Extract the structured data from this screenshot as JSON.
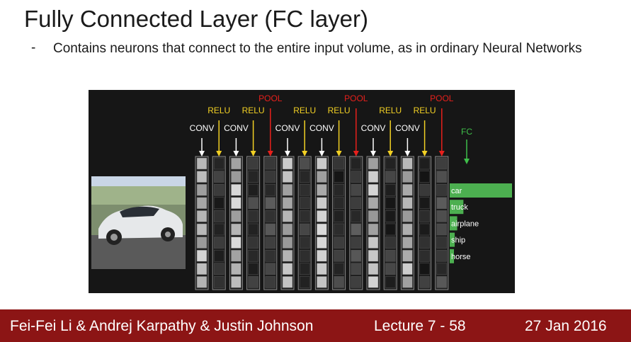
{
  "slide": {
    "title": "Fully Connected Layer (FC layer)",
    "bullet_marker": "-",
    "bullet": "Contains neurons that connect to the entire input volume, as in ordinary Neural Networks"
  },
  "figure": {
    "layers": [
      {
        "label": "CONV",
        "kind": "conv"
      },
      {
        "label": "RELU",
        "kind": "relu"
      },
      {
        "label": "CONV",
        "kind": "conv"
      },
      {
        "label": "RELU",
        "kind": "relu"
      },
      {
        "label": "POOL",
        "kind": "pool"
      },
      {
        "label": "CONV",
        "kind": "conv"
      },
      {
        "label": "RELU",
        "kind": "relu"
      },
      {
        "label": "CONV",
        "kind": "conv"
      },
      {
        "label": "RELU",
        "kind": "relu"
      },
      {
        "label": "POOL",
        "kind": "pool"
      },
      {
        "label": "CONV",
        "kind": "conv"
      },
      {
        "label": "RELU",
        "kind": "relu"
      },
      {
        "label": "CONV",
        "kind": "conv"
      },
      {
        "label": "RELU",
        "kind": "relu"
      },
      {
        "label": "POOL",
        "kind": "pool"
      }
    ],
    "fc_label": "FC",
    "classes": [
      {
        "name": "car",
        "score": 1.0
      },
      {
        "name": "truck",
        "score": 0.22
      },
      {
        "name": "airplane",
        "score": 0.12
      },
      {
        "name": "ship",
        "score": 0.08
      },
      {
        "name": "horse",
        "score": 0.06
      }
    ],
    "colors": {
      "conv": "#ffffff",
      "relu": "#f2d024",
      "pool": "#e8201c",
      "fc": "#3fbf4a",
      "bar": "#4caf50"
    }
  },
  "footer": {
    "authors": "Fei-Fei Li & Andrej Karpathy & Justin Johnson",
    "lecture": "Lecture 7 - 58",
    "date": "27 Jan 2016"
  }
}
